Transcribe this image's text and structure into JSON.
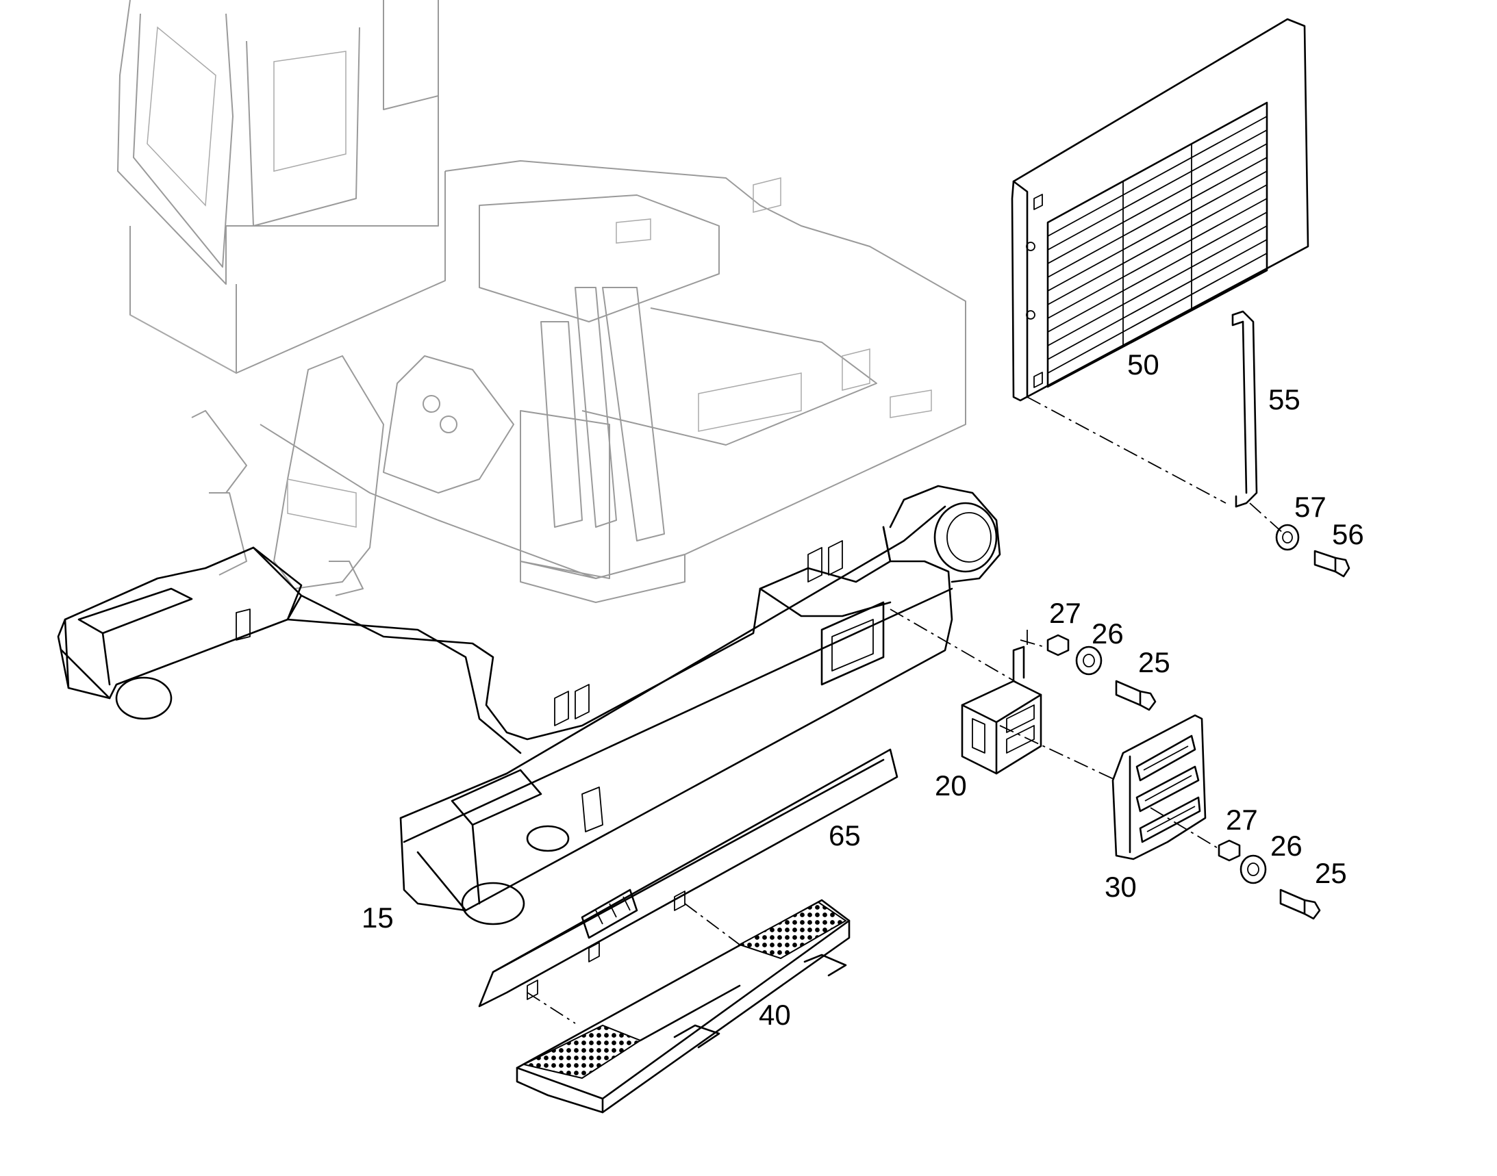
{
  "labels": {
    "p15": "15",
    "p20": "20",
    "p25a": "25",
    "p25b": "25",
    "p26a": "26",
    "p26b": "26",
    "p27a": "27",
    "p27b": "27",
    "p30": "30",
    "p40": "40",
    "p50": "50",
    "p55": "55",
    "p56": "56",
    "p57": "57",
    "p65": "65"
  }
}
